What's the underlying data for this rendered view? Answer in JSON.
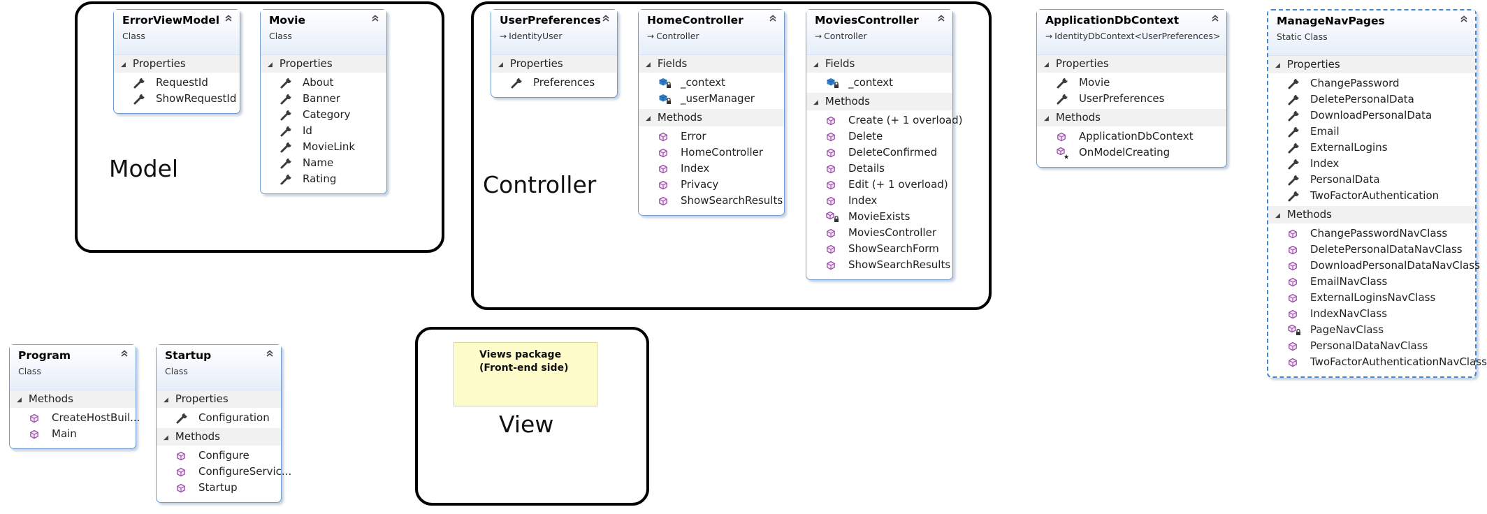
{
  "regions": {
    "model": "Model",
    "controller": "Controller",
    "view": "View"
  },
  "note": {
    "line1": "Views package",
    "line2": "(Front-end side)"
  },
  "classes": {
    "errorviewmodel": {
      "name": "ErrorViewModel",
      "kind": "Class",
      "sections": [
        {
          "title": "Properties",
          "members": [
            "RequestId",
            "ShowRequestId"
          ]
        }
      ]
    },
    "movie": {
      "name": "Movie",
      "kind": "Class",
      "sections": [
        {
          "title": "Properties",
          "members": [
            "About",
            "Banner",
            "Category",
            "Id",
            "MovieLink",
            "Name",
            "Rating"
          ]
        }
      ]
    },
    "userpreferences": {
      "name": "UserPreferences",
      "kind": "Class",
      "base": "IdentityUser",
      "sections": [
        {
          "title": "Properties",
          "members": [
            "Preferences"
          ]
        }
      ]
    },
    "homecontroller": {
      "name": "HomeController",
      "kind": "Class",
      "base": "Controller",
      "sections": [
        {
          "title": "Fields",
          "members": [
            "_context",
            "_userManager"
          ]
        },
        {
          "title": "Methods",
          "members": [
            "Error",
            "HomeController",
            "Index",
            "Privacy",
            "ShowSearchResults"
          ]
        }
      ]
    },
    "moviescontroller": {
      "name": "MoviesController",
      "kind": "Class",
      "base": "Controller",
      "sections": [
        {
          "title": "Fields",
          "members": [
            "_context"
          ]
        },
        {
          "title": "Methods",
          "members": [
            "Create (+ 1 overload)",
            "Delete",
            "DeleteConfirmed",
            "Details",
            "Edit (+ 1 overload)",
            "Index",
            "MovieExists",
            "MoviesController",
            "ShowSearchForm",
            "ShowSearchResults"
          ]
        }
      ]
    },
    "applicationdbcontext": {
      "name": "ApplicationDbContext",
      "kind": "Class",
      "base": "IdentityDbContext<UserPreferences>",
      "sections": [
        {
          "title": "Properties",
          "members": [
            "Movie",
            "UserPreferences"
          ]
        },
        {
          "title": "Methods",
          "members": [
            "ApplicationDbContext",
            "OnModelCreating"
          ]
        }
      ]
    },
    "managenavpages": {
      "name": "ManageNavPages",
      "kind": "Static Class",
      "sections": [
        {
          "title": "Properties",
          "members": [
            "ChangePassword",
            "DeletePersonalData",
            "DownloadPersonalData",
            "Email",
            "ExternalLogins",
            "Index",
            "PersonalData",
            "TwoFactorAuthentication"
          ]
        },
        {
          "title": "Methods",
          "members": [
            "ChangePasswordNavClass",
            "DeletePersonalDataNavClass",
            "DownloadPersonalDataNavClass",
            "EmailNavClass",
            "ExternalLoginsNavClass",
            "IndexNavClass",
            "PageNavClass",
            "PersonalDataNavClass",
            "TwoFactorAuthenticationNavClass"
          ]
        }
      ]
    },
    "program": {
      "name": "Program",
      "kind": "Class",
      "sections": [
        {
          "title": "Methods",
          "members": [
            "CreateHostBuil...",
            "Main"
          ]
        }
      ]
    },
    "startup": {
      "name": "Startup",
      "kind": "Class",
      "sections": [
        {
          "title": "Properties",
          "members": [
            "Configuration"
          ]
        },
        {
          "title": "Methods",
          "members": [
            "Configure",
            "ConfigureServic...",
            "Startup"
          ]
        }
      ]
    }
  }
}
